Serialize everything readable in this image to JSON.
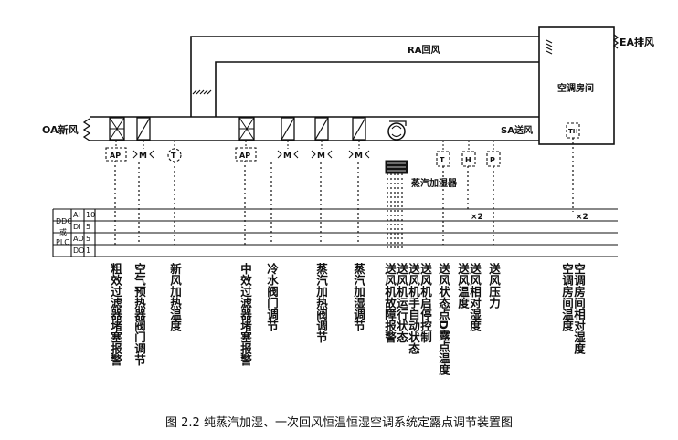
{
  "diagram": {
    "labels": {
      "oa": "OA新风",
      "ea": "EA排风",
      "ra": "RA回风",
      "sa": "SA送风",
      "room": "空调房间",
      "humidifier": "蒸汽加湿器"
    },
    "sensor_tags": {
      "ap1": "AP",
      "m1": "M",
      "t1": "T",
      "ap2": "AP",
      "m2": "M",
      "m3": "M",
      "m4": "M",
      "t2": "T",
      "h1": "H",
      "p1": "P",
      "room_th": "TH"
    },
    "multiplier_1": "×2",
    "multiplier_2": "×2",
    "plc": {
      "side_label": [
        "DDC",
        "或",
        "PLC"
      ],
      "rows": [
        {
          "type": "AI",
          "count": "10"
        },
        {
          "type": "DI",
          "count": "5"
        },
        {
          "type": "AO",
          "count": "5"
        },
        {
          "type": "DO",
          "count": "1"
        }
      ]
    },
    "descriptions": {
      "d1": "粗效过滤器堵塞报警",
      "d2": "空气预热器阀门调节",
      "d3": "新风加热温度",
      "d4": "中效过滤器堵塞报警",
      "d5": "冷水阀门调节",
      "d6": "蒸汽加热阀调节",
      "d7": "蒸汽加湿调节",
      "d8": "送风机启停控制\n送风机手自动状态\n送风机运行状态\n送风机故障报警",
      "d9": "送风状态点D露点温度",
      "d10": "送风相对湿度\n送风温度",
      "d11": "送风压力",
      "d12": "空调房间相对湿度\n空调房间温度"
    },
    "caption": "图 2.2 纯蒸汽加湿、一次回风恒温恒湿空调系统定露点调节装置图"
  }
}
